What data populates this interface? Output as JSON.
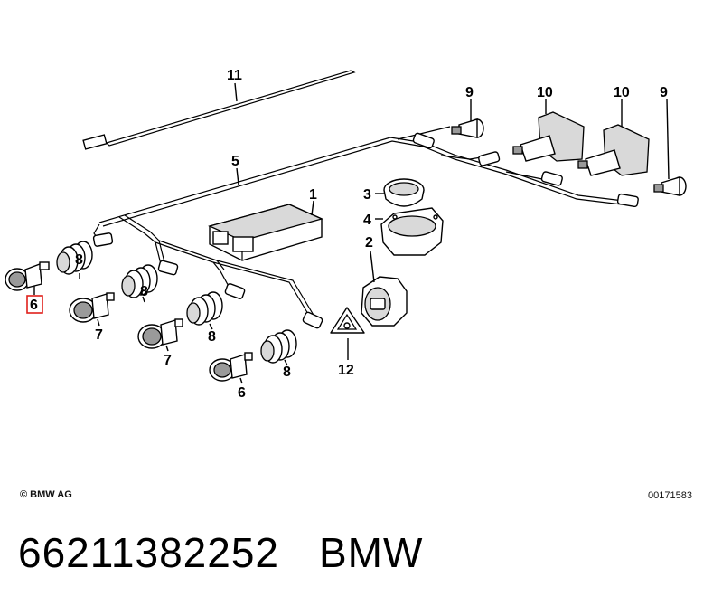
{
  "callouts": {
    "c1": "1",
    "c2": "2",
    "c3": "3",
    "c4": "4",
    "c5": "5",
    "c6a": "6",
    "c6b": "6",
    "c7a": "7",
    "c7b": "7",
    "c8a": "8",
    "c8b": "8",
    "c8c": "8",
    "c8d": "8",
    "c9a": "9",
    "c9b": "9",
    "c10a": "10",
    "c10b": "10",
    "c11": "11",
    "c12": "12"
  },
  "highlight": {
    "callout": "6",
    "color": "#e0201b"
  },
  "footer": {
    "copyright": "© BMW AG",
    "doc_number": "00171583"
  },
  "bottom": {
    "part_number": "66211382252",
    "brand": "BMW"
  }
}
